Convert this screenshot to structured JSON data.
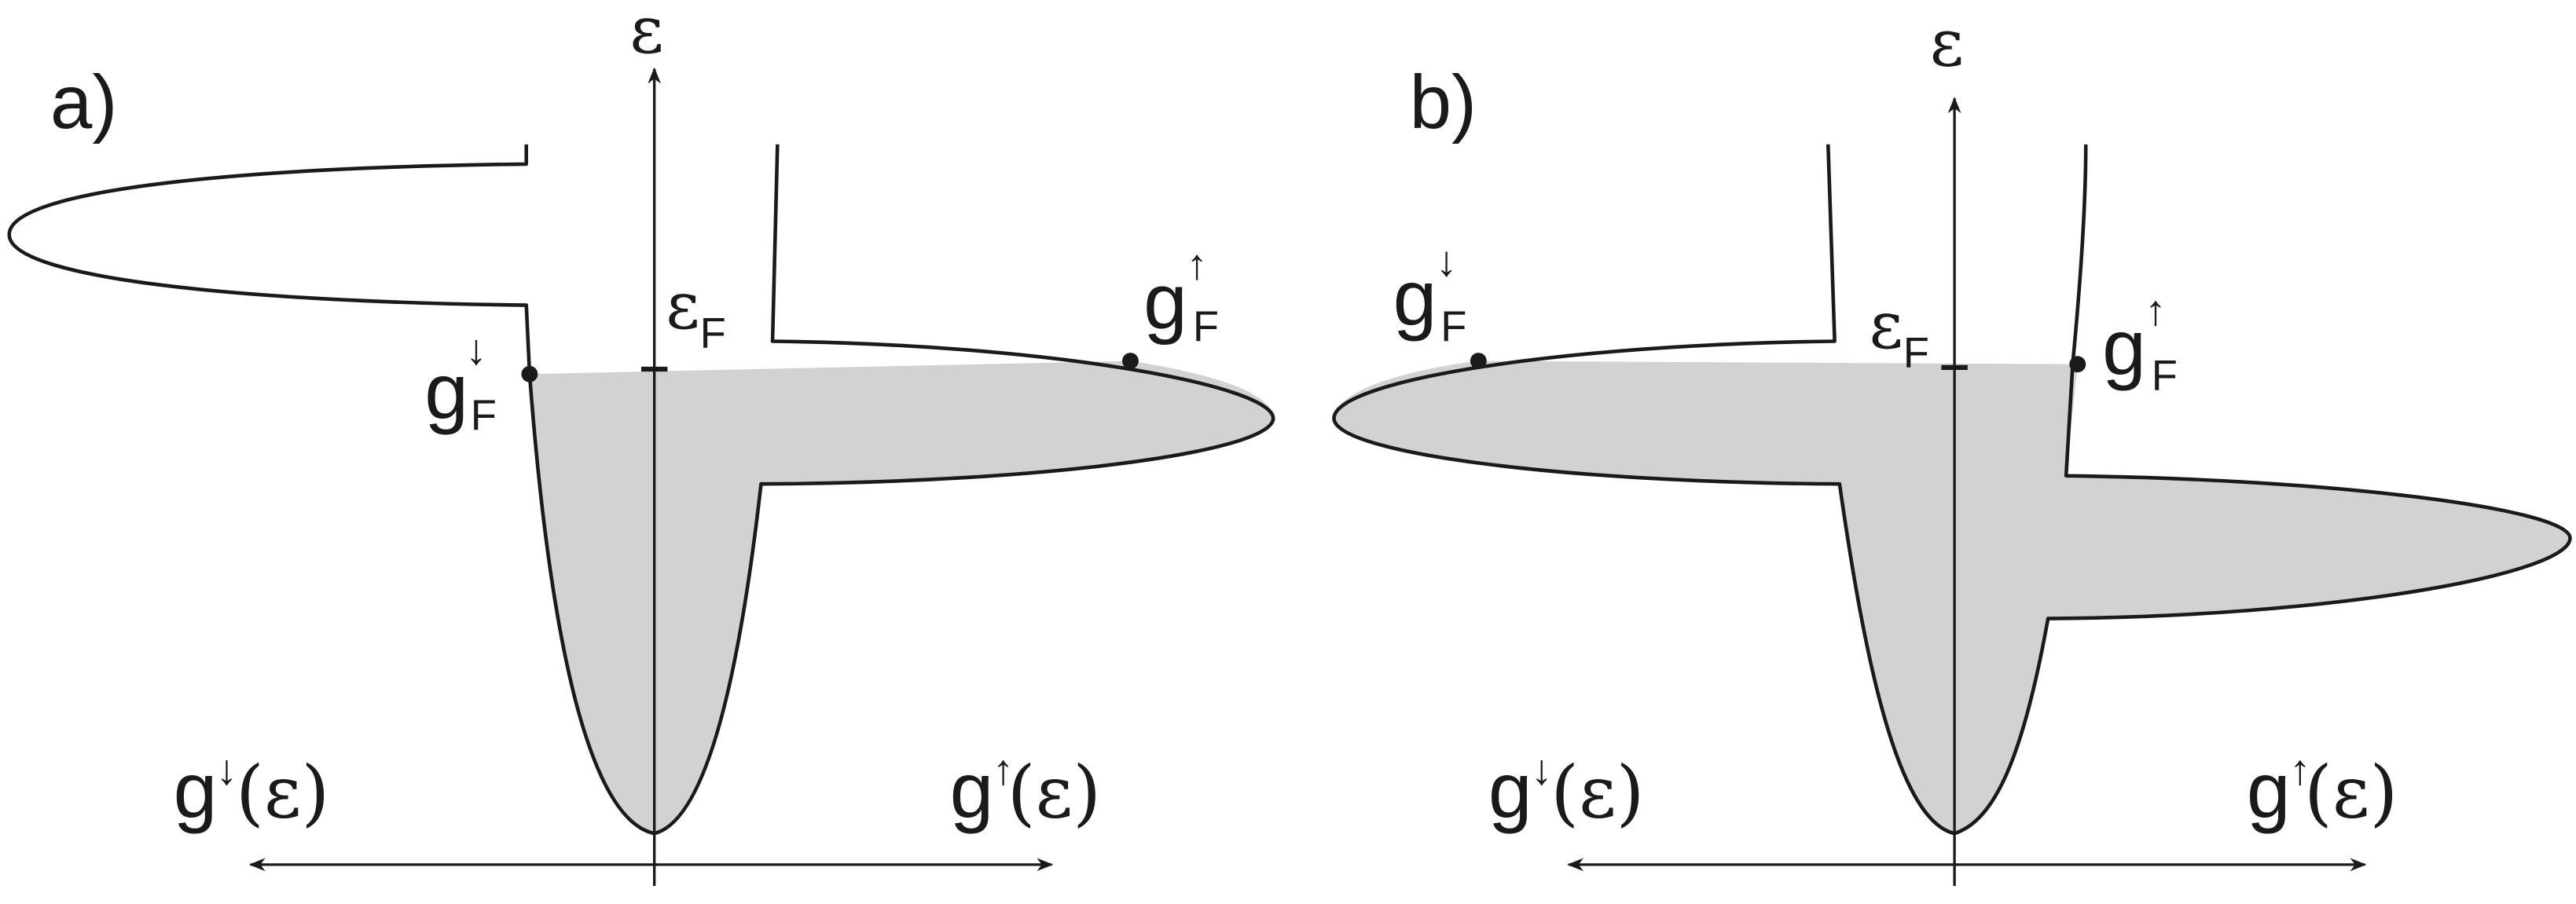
{
  "colors": {
    "shade": "#d1d2d4",
    "line": "#1a1a1a"
  },
  "panels": [
    {
      "label": "a)",
      "axis": "ε",
      "fermi": "ε",
      "fermi_sub": "F",
      "gF_down": {
        "g": "g",
        "arrow": "↓",
        "sub": "F"
      },
      "gF_up": {
        "g": "g",
        "arrow": "↑",
        "sub": "F"
      },
      "dos_down": {
        "g": "g",
        "arrow": "↓",
        "arg": "(ε)"
      },
      "dos_up": {
        "g": "g",
        "arrow": "↑",
        "arg": "(ε)"
      }
    },
    {
      "label": "b)",
      "axis": "ε",
      "fermi": "ε",
      "fermi_sub": "F",
      "gF_down": {
        "g": "g",
        "arrow": "↓",
        "sub": "F"
      },
      "gF_up": {
        "g": "g",
        "arrow": "↑",
        "sub": "F"
      },
      "dos_down": {
        "g": "g",
        "arrow": "↓",
        "arg": "(ε)"
      },
      "dos_up": {
        "g": "g",
        "arrow": "↑",
        "arg": "(ε)"
      }
    }
  ]
}
